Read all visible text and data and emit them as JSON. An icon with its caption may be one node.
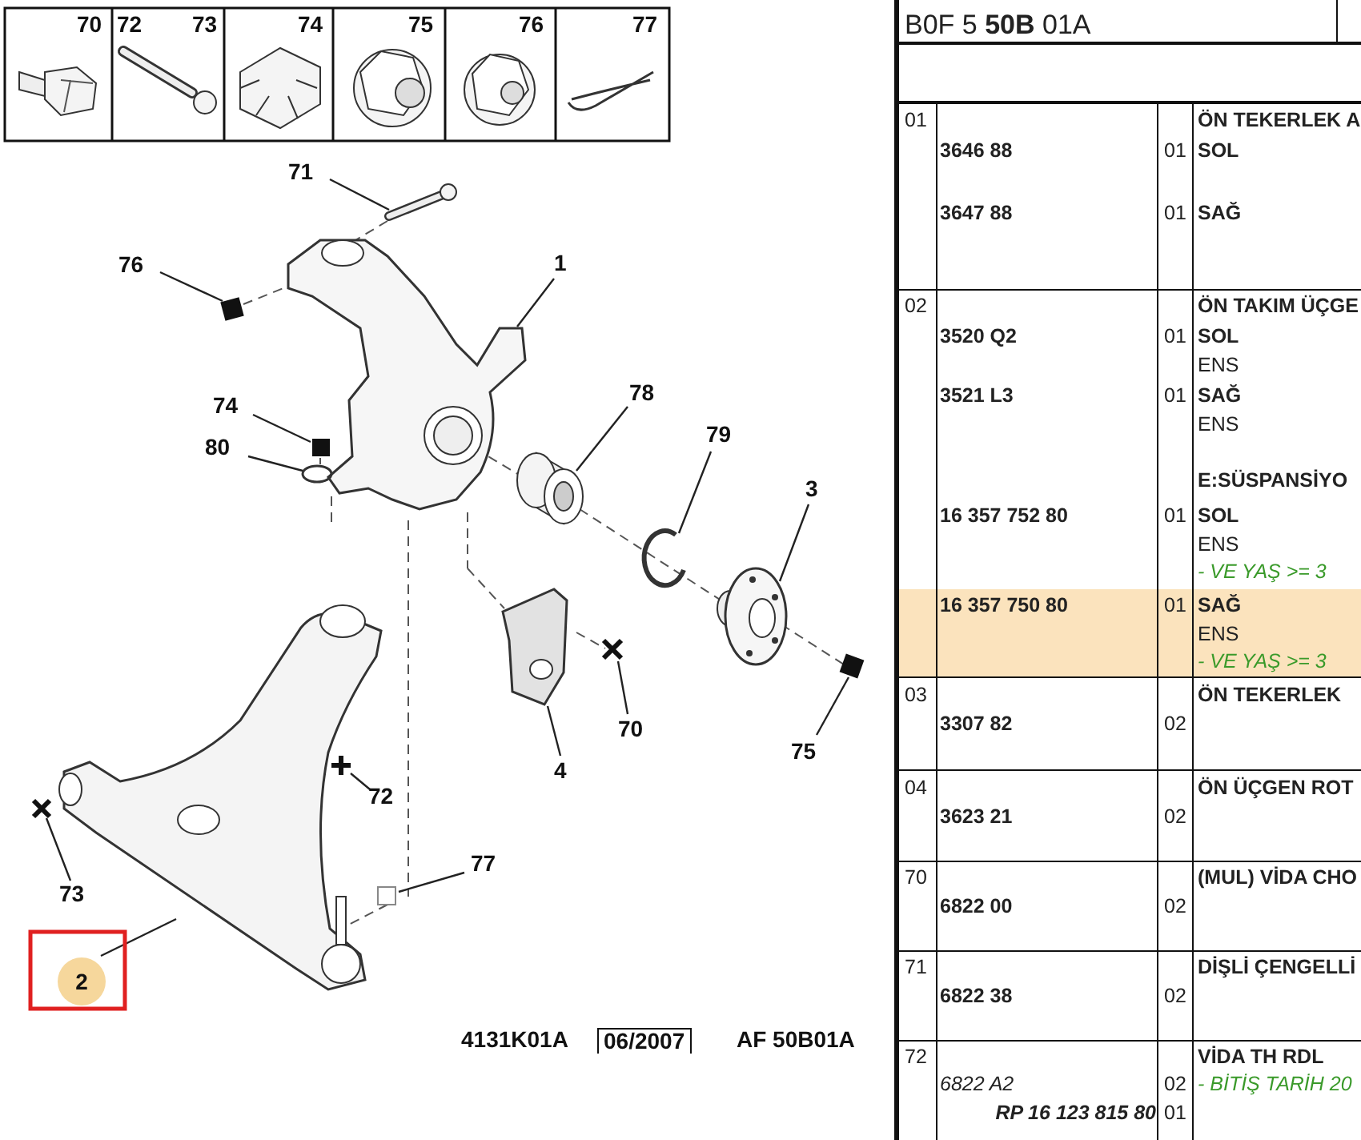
{
  "diagram": {
    "nodes": [
      {
        "text": [
          "71"
        ]
      },
      {
        "text": [],
        "shape": "picture"
      },
      {
        "text": [
          "76"
        ]
      },
      {
        "text": [],
        "shape": "box"
      },
      {
        "text": [
          "1"
        ]
      },
      {
        "text": [],
        "shape": "picture"
      },
      {
        "text": [
          "78"
        ]
      },
      {
        "text": [],
        "shape": "picture"
      },
      {
        "text": [
          "74"
        ]
      },
      {
        "text": [],
        "shape": "box"
      },
      {
        "text": [
          "80"
        ]
      },
      {
        "text": [],
        "shape": "circle"
      },
      {
        "text": [
          "79"
        ]
      },
      {
        "text": [],
        "shape": "picture"
      },
      {
        "text": [
          "3"
        ]
      },
      {
        "text": [],
        "shape": "picture"
      },
      {
        "text": [
          "70"
        ]
      },
      {
        "text": [],
        "shape": "picture"
      },
      {
        "text": [
          "4"
        ]
      },
      {
        "text": [],
        "shape": "picture"
      },
      {
        "text": [
          "75"
        ]
      },
      {
        "text": [],
        "shape": "box"
      },
      {
        "text": [
          "72"
        ]
      },
      {
        "text": [],
        "shape": "picture"
      },
      {
        "text": [
          "73"
        ]
      },
      {
        "text": [],
        "shape": "picture"
      },
      {
        "text": [
          "77"
        ]
      },
      {
        "text": [],
        "shape": "box"
      },
      {
        "text": [
          "2"
        ]
      },
      {
        "text": [],
        "shape": "picture"
      }
    ],
    "edges": [
      {
        "from": 0,
        "to": 1,
        "arrow": "none"
      },
      {
        "from": 2,
        "to": 3,
        "arrow": "none"
      },
      {
        "from": 4,
        "to": 5,
        "arrow": "none"
      },
      {
        "from": 6,
        "to": 7,
        "arrow": "none"
      },
      {
        "from": 8,
        "to": 9,
        "arrow": "none"
      },
      {
        "from": 10,
        "to": 11,
        "arrow": "none"
      },
      {
        "from": 12,
        "to": 13,
        "arrow": "none"
      },
      {
        "from": 14,
        "to": 15,
        "arrow": "none"
      },
      {
        "from": 16,
        "to": 17,
        "arrow": "none"
      },
      {
        "from": 18,
        "to": 19,
        "arrow": "none"
      },
      {
        "from": 20,
        "to": 21,
        "arrow": "none"
      },
      {
        "from": 22,
        "to": 23,
        "arrow": "none"
      },
      {
        "from": 24,
        "to": 25,
        "arrow": "none"
      },
      {
        "from": 26,
        "to": 27,
        "arrow": "none"
      },
      {
        "from": 28,
        "to": 29,
        "arrow": "none"
      }
    ],
    "labels": [
      "70",
      "72",
      "73",
      "74",
      "75",
      "76",
      "77",
      "4131K01A",
      "06/2007",
      "AF 50B01A",
      "B0F 5 **50B** 01A",
      "01",
      "ÖN TEKERLEK A",
      "3646 88",
      "01",
      "SOL",
      "3647 88",
      "01",
      "SAĞ",
      "02",
      "ÖN TAKIM ÜÇGE",
      "3520 Q2",
      "01",
      "SOL",
      "ENS",
      "3521 L3",
      "01",
      "SAĞ",
      "ENS",
      "E:SÜSPANSİYO",
      "16 357 752 80",
      "01",
      "SOL",
      "ENS",
      "- VE YAŞ >= 3",
      "16 357 750 80",
      "01",
      "SAĞ",
      "ENS",
      "- VE YAŞ >= 3",
      "03",
      "ÖN TEKERLEK",
      "3307 82",
      "02",
      "04",
      "ÖN ÜÇGEN ROT",
      "3623 21",
      "02",
      "70",
      "(MUL) VİDA CHO",
      "6822 00",
      "02",
      "71",
      "DİŞLİ ÇENGELLİ",
      "6822 38",
      "02",
      "72",
      "VİDA TH RDL",
      "6822 A2",
      "02",
      "- BİTİŞ TARİH 20",
      "RP 16 123 815 80",
      "01"
    ]
  }
}
